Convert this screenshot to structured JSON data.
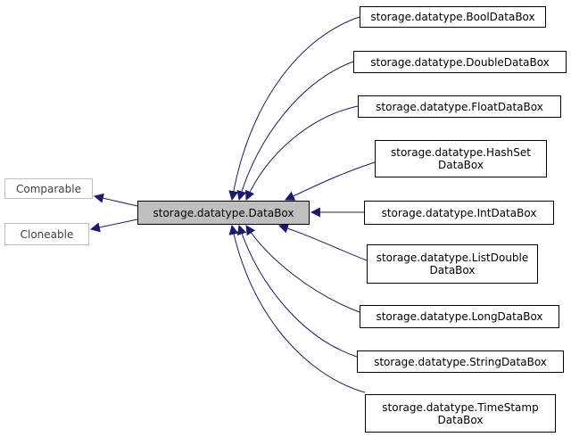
{
  "diagram": {
    "colors": {
      "edge": "#191970",
      "node_border": "#000000",
      "external_border": "#bfbfbf",
      "focus_fill": "#bfbfbf"
    },
    "focus": {
      "lines": [
        "storage.datatype.DataBox"
      ]
    },
    "bases": [
      {
        "id": "comparable",
        "lines": [
          "Comparable"
        ]
      },
      {
        "id": "cloneable",
        "lines": [
          "Cloneable"
        ]
      }
    ],
    "derived": [
      {
        "id": "bool",
        "lines": [
          "storage.datatype.BoolDataBox"
        ]
      },
      {
        "id": "double",
        "lines": [
          "storage.datatype.DoubleDataBox"
        ]
      },
      {
        "id": "float",
        "lines": [
          "storage.datatype.FloatDataBox"
        ]
      },
      {
        "id": "hashset",
        "lines": [
          "storage.datatype.HashSet",
          "DataBox"
        ]
      },
      {
        "id": "int",
        "lines": [
          "storage.datatype.IntDataBox"
        ]
      },
      {
        "id": "listdouble",
        "lines": [
          "storage.datatype.ListDouble",
          "DataBox"
        ]
      },
      {
        "id": "long",
        "lines": [
          "storage.datatype.LongDataBox"
        ]
      },
      {
        "id": "string",
        "lines": [
          "storage.datatype.StringDataBox"
        ]
      },
      {
        "id": "timestamp",
        "lines": [
          "storage.datatype.TimeStamp",
          "DataBox"
        ]
      }
    ]
  }
}
